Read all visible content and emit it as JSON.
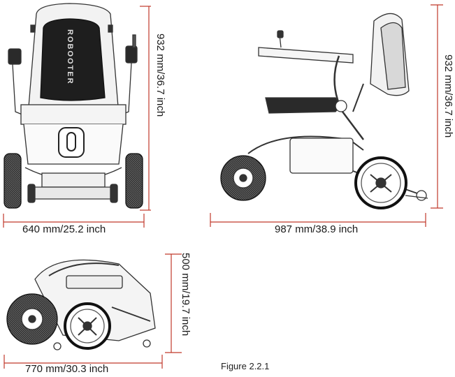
{
  "figure": {
    "caption": "Figure 2.2.1",
    "brand_mark": "ROBOOTER"
  },
  "views": {
    "front": {
      "width_label": "640 mm/25.2 inch",
      "height_label": "932 mm/36.7 inch"
    },
    "side": {
      "length_label": "987 mm/38.9 inch",
      "height_label": "932 mm/36.7 inch"
    },
    "folded": {
      "length_label": "770 mm/30.3 inch",
      "height_label": "500 mm/19.7 inch"
    }
  },
  "colors": {
    "dimension_line": "#c0392b",
    "outline": "#333333",
    "tire": "#2a2a2a"
  }
}
